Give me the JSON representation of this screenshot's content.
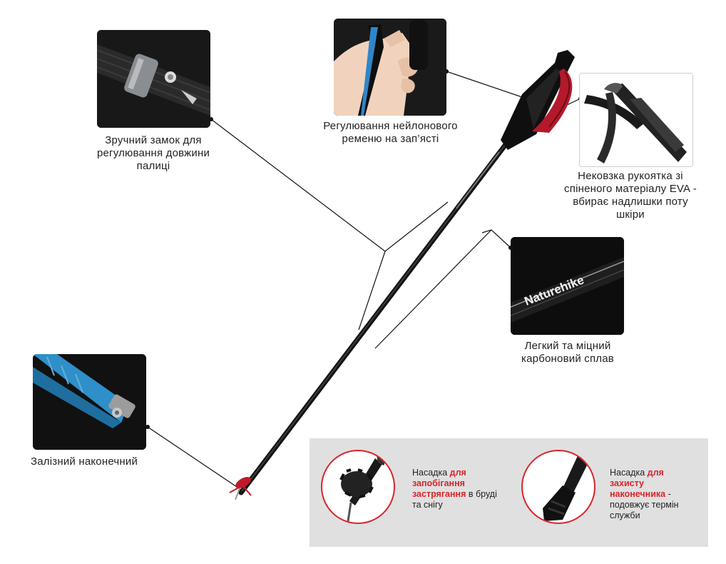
{
  "features": {
    "lock": {
      "caption_lines": [
        "Зручний замок для",
        "регулювання довжини",
        "палиці"
      ]
    },
    "strap": {
      "caption_lines": [
        "Регулювання нейлонового",
        "ременю на зап’ясті"
      ]
    },
    "grip": {
      "caption_lines": [
        "Нековзка рукоятка зі",
        "спіненого матеріалу EVA -",
        "вбирає надлишки поту",
        "шкіри"
      ]
    },
    "carbon": {
      "caption_lines": [
        "Легкий та міцний",
        "карбоновий сплав"
      ],
      "brand_text": "Naturehike"
    },
    "tip": {
      "caption_lines": [
        "Залізний наконечний"
      ]
    }
  },
  "attachments": [
    {
      "text_prefix": "Насадка ",
      "highlight": "для запобігання застрягання",
      "text_suffix": " в бруді та снігу"
    },
    {
      "text_prefix": "Насадка ",
      "highlight": "для захисту наконечника",
      "text_suffix": " - подовжує термін служби"
    }
  ],
  "colors": {
    "accent_red": "#d9252b",
    "photo_bg": "#1c1c1c",
    "panel_bg": "#e0e0e0",
    "tip_blue": "#2f8fc8"
  }
}
